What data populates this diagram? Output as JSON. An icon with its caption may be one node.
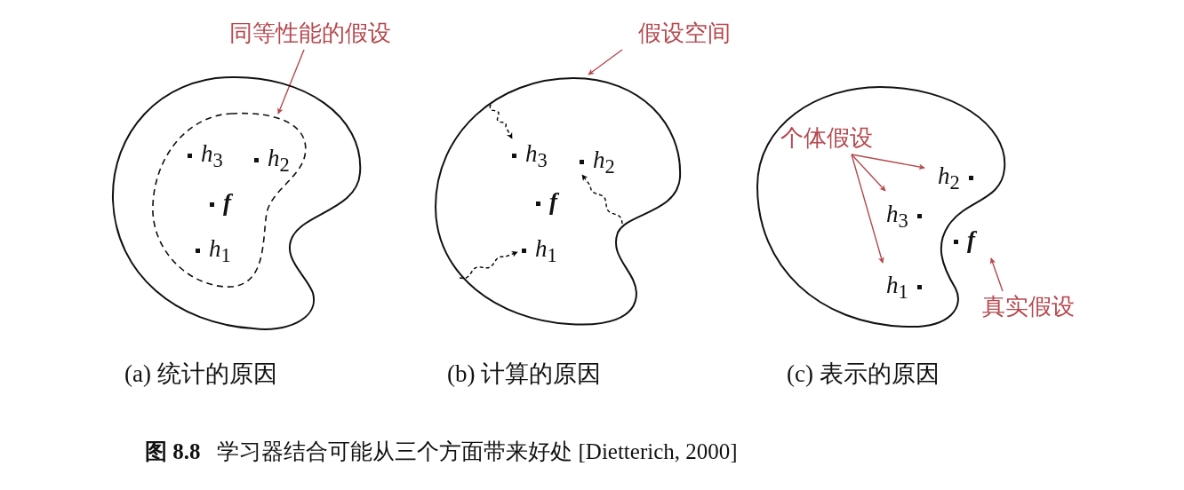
{
  "diagram": {
    "caption": "**图 8.8**  学习器结合可能从三个方面带来好处 [Dietterich, 2000]",
    "nodes": [
      {
        "text": [],
        "shape": "cloud",
        "beside": [
          "(a) 统计的原因"
        ]
      },
      {
        "text": [],
        "shape": "cloud",
        "in": 0
      },
      {
        "text": [
          "*h*$_{3}$"
        ],
        "in": 1
      },
      {
        "text": [
          "*h*$_{2}$"
        ],
        "in": 1
      },
      {
        "text": [
          "f"
        ],
        "in": 1
      },
      {
        "text": [
          "*h*$_{1}$"
        ],
        "in": 1
      },
      {
        "text": [
          "同等性能的假设"
        ]
      },
      {
        "text": [],
        "shape": "cloud",
        "beside": [
          "(b) 计算的原因"
        ]
      },
      {
        "text": [
          "*h*$_{3}$"
        ],
        "in": 7
      },
      {
        "text": [
          "*h*$_{2}$"
        ],
        "in": 7
      },
      {
        "text": [
          "f"
        ],
        "in": 7
      },
      {
        "text": [
          "*h*$_{1}$"
        ],
        "in": 7
      },
      {
        "text": [
          "假设空间"
        ]
      },
      {
        "text": [],
        "shape": "cloud",
        "beside": [
          "(c) 表示的原因"
        ]
      },
      {
        "text": [
          "个体假设"
        ],
        "in": 13
      },
      {
        "text": [
          "*h*$_{2}$"
        ],
        "in": 13
      },
      {
        "text": [
          "*h*$_{3}$"
        ],
        "in": 13
      },
      {
        "text": [
          "*h*$_{1}$"
        ],
        "in": 13
      },
      {
        "text": [
          "f"
        ]
      },
      {
        "text": [
          "真实假设"
        ]
      }
    ],
    "edges": [
      {
        "from": 6,
        "to": 1,
        "arrow": "to"
      },
      {
        "from": 7,
        "to": 8,
        "arrow": "to",
        "style": "dashed",
        "color": "#000000"
      },
      {
        "from": 7,
        "to": 9,
        "arrow": "to",
        "style": "dashed",
        "color": "#000000"
      },
      {
        "from": 7,
        "to": 11,
        "arrow": "to",
        "style": "dashed",
        "color": "#000000"
      },
      {
        "from": 12,
        "to": 7,
        "arrow": "to"
      },
      {
        "from": 14,
        "to": 15,
        "arrow": "to"
      },
      {
        "from": 14,
        "to": 16,
        "arrow": "to"
      },
      {
        "from": 14,
        "to": 17,
        "arrow": "to"
      },
      {
        "from": 19,
        "to": 18,
        "arrow": "to"
      }
    ]
  }
}
